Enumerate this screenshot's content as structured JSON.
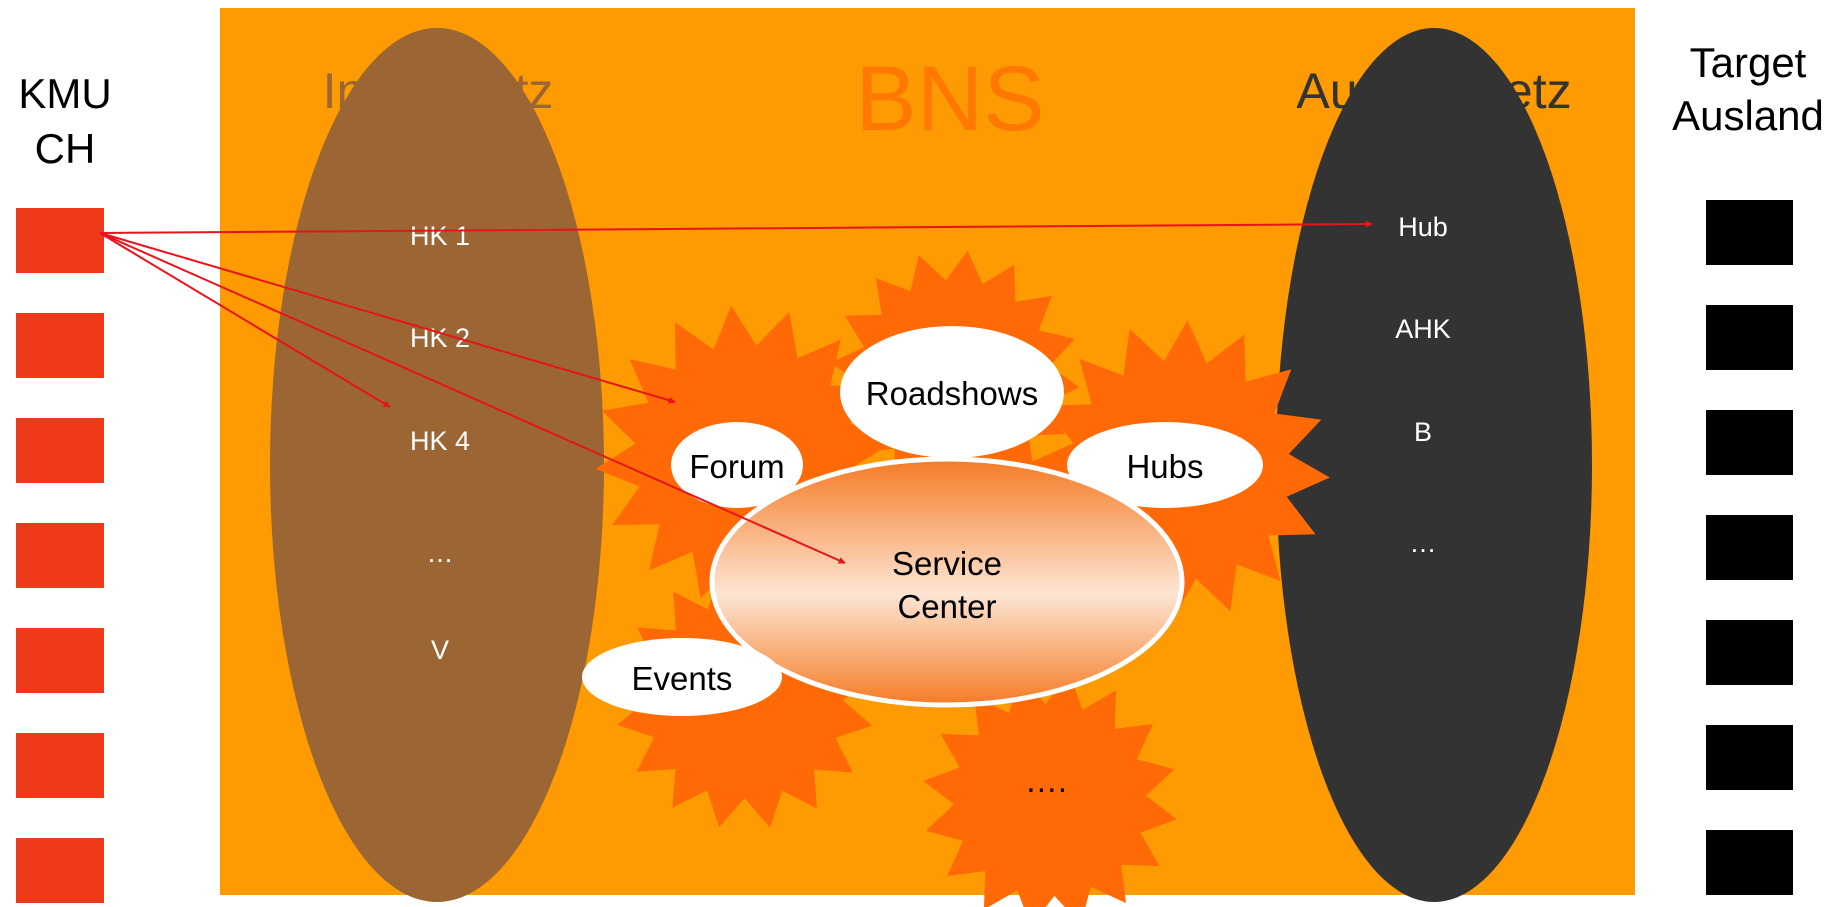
{
  "left_column": {
    "label_line1": "KMU",
    "label_line2": "CH",
    "box_count": 7,
    "box_color": "#ee3a18"
  },
  "right_column": {
    "label_line1": "Target",
    "label_line2": "Ausland",
    "box_count": 7,
    "box_color": "#000000"
  },
  "main_panel": {
    "title": "BNS",
    "background_color": "#fe9a02",
    "title_color": "#ff7800"
  },
  "inland_net": {
    "title": "Inlandnetz",
    "color": "#9b6633",
    "items": [
      "HK 1",
      "HK 2",
      "HK 4",
      "…",
      "V"
    ]
  },
  "ausland_net": {
    "title": "Auslandnetz",
    "color": "#333333",
    "items": [
      "Hub",
      "AHK",
      "B",
      "…"
    ]
  },
  "services": {
    "center": {
      "line1": "Service",
      "line2": "Center"
    },
    "bubbles": {
      "forum": "Forum",
      "roadshows": "Roadshows",
      "hubs": "Hubs",
      "events": "Events",
      "more": "…."
    },
    "burst_color": "#ff6a06"
  },
  "arrow_color": "#e8141b"
}
